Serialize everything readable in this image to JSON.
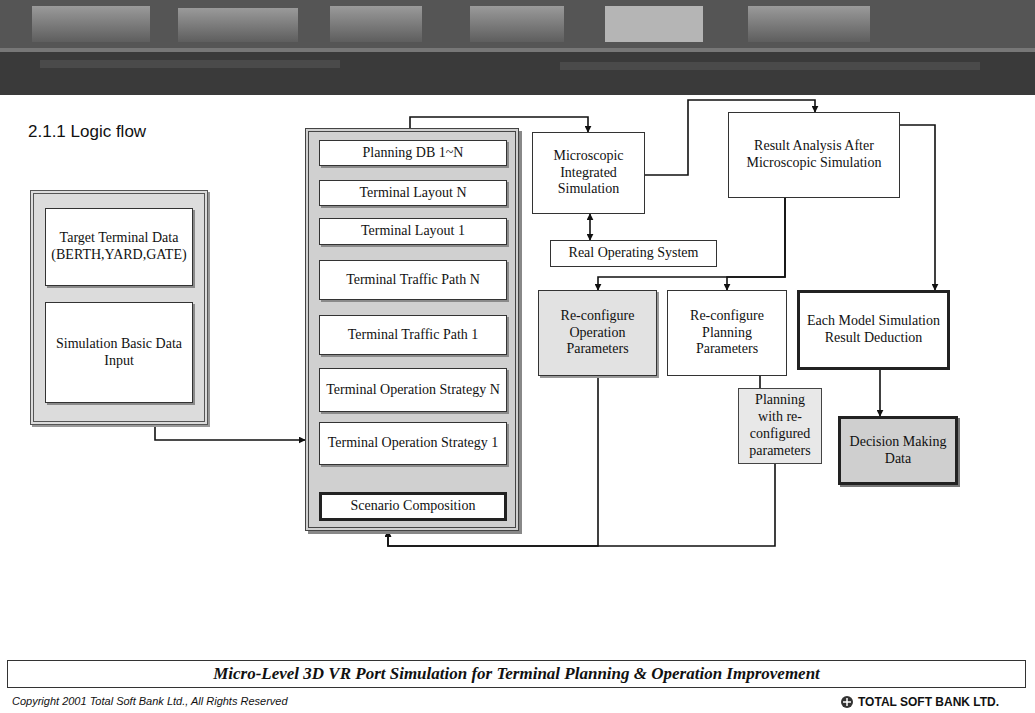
{
  "diagram": {
    "title": "2.1.1 Logic flow",
    "nodes": [
      {
        "text": []
      },
      {
        "text": [
          "Target Terminal Data (BERTH,YARD,GATE)"
        ],
        "in": 0
      },
      {
        "text": [
          "Simulation Basic Data Input"
        ],
        "in": 0
      },
      {
        "text": []
      },
      {
        "text": [
          "Planning DB 1~N"
        ],
        "in": 3
      },
      {
        "text": [
          "Terminal Layout N"
        ],
        "in": 3
      },
      {
        "text": [
          "Terminal Layout 1"
        ],
        "in": 3
      },
      {
        "text": [
          "Terminal Traffic Path N"
        ],
        "in": 3
      },
      {
        "text": [
          "Terminal Traffic Path 1"
        ],
        "in": 3
      },
      {
        "text": [
          "Terminal Operation Strategy N"
        ],
        "in": 3
      },
      {
        "text": [
          "Terminal Operation Strategy 1"
        ],
        "in": 3
      },
      {
        "text": [
          "Scenario Composition"
        ],
        "in": 3
      },
      {
        "text": [
          "Microscopic Integrated Simulation"
        ]
      },
      {
        "text": [
          "Real Operating System"
        ]
      },
      {
        "text": [
          "Result Analysis After Microscopic Simulation"
        ]
      },
      {
        "text": [
          "Re-configure Operation Parameters"
        ]
      },
      {
        "text": [
          "Re-configure Planning Parameters"
        ]
      },
      {
        "text": [
          "Each Model Simulation Result Deduction"
        ]
      },
      {
        "text": [
          "Planning with re-configured parameters"
        ]
      },
      {
        "text": [
          "Decision Making Data"
        ]
      },
      {
        "text": [
          "Micro-Level 3D VR Port Simulation for Terminal Planning & Operation Improvement"
        ]
      }
    ],
    "edges": [
      {
        "from": 0,
        "to": 3,
        "arrow": "to"
      },
      {
        "from": 3,
        "to": 12,
        "arrow": "to"
      },
      {
        "from": 12,
        "to": 13,
        "arrow": "both"
      },
      {
        "from": 12,
        "to": 14,
        "arrow": "to"
      },
      {
        "from": 14,
        "to": 15,
        "arrow": "to"
      },
      {
        "from": 14,
        "to": 16,
        "arrow": "to"
      },
      {
        "from": 14,
        "to": 17,
        "arrow": "to"
      },
      {
        "from": 17,
        "to": 19,
        "arrow": "to"
      },
      {
        "from": 16,
        "to": 18,
        "arrow": "none"
      },
      {
        "from": 18,
        "to": 3,
        "arrow": "to"
      },
      {
        "from": 15,
        "to": 3,
        "arrow": "to"
      }
    ],
    "labels": [
      "Copyright 2001 Total Soft Bank Ltd., All Rights Reserved",
      "TOTAL SOFT BANK LTD."
    ]
  }
}
